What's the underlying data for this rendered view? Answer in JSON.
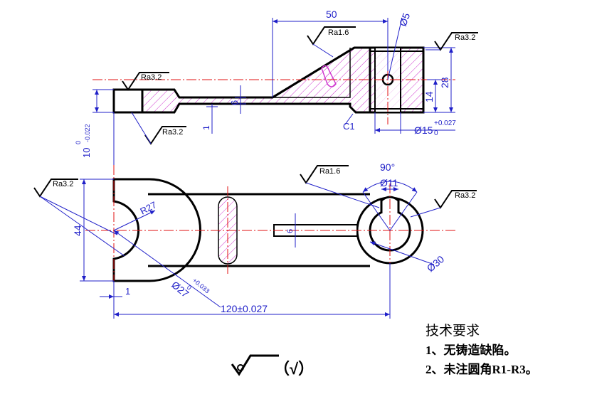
{
  "dimensions": {
    "length_50": "50",
    "hole_dia_5": "Ø5",
    "height_28": "28",
    "height_14": "14",
    "boss_dia_15": "Ø15",
    "boss_dia_15_tol_upper": "+0.027",
    "boss_dia_15_tol_lower": "0",
    "rib_6_top": "6",
    "rib_1": "1",
    "chamfer_c1": "C1",
    "width_10": "10",
    "width_10_tol_upper": "0",
    "width_10_tol_lower": "-0.022",
    "angle_90": "90°",
    "slot_dia_11": "Ø11",
    "boss_dia_30": "Ø30",
    "radius_27": "R27",
    "height_44": "44",
    "gap_1_plan": "1",
    "bore_dia_27": "Ø27",
    "bore_dia_27_tol_upper": "+0.033",
    "bore_dia_27_tol_lower": "0",
    "length_120": "120±0.027",
    "rib_6_plan": "6"
  },
  "roughness": {
    "ra16_top": "Ra1.6",
    "ra32_right_top": "Ra3.2",
    "ra32_left_top": "Ra3.2",
    "ra32_left_bottom": "Ra3.2",
    "ra16_plan": "Ra1.6",
    "ra32_plan_left": "Ra3.2",
    "ra32_plan_right": "Ra3.2",
    "default_note": "（√）"
  },
  "notes": {
    "title": "技术要求",
    "item1": "1、无铸造缺陷。",
    "item2": "2、未注圆角R1-R3。"
  },
  "colors": {
    "outline": "#000000",
    "dimension": "#1f1fc8",
    "centerline": "#e01010",
    "hatch": "#d03ad0"
  }
}
